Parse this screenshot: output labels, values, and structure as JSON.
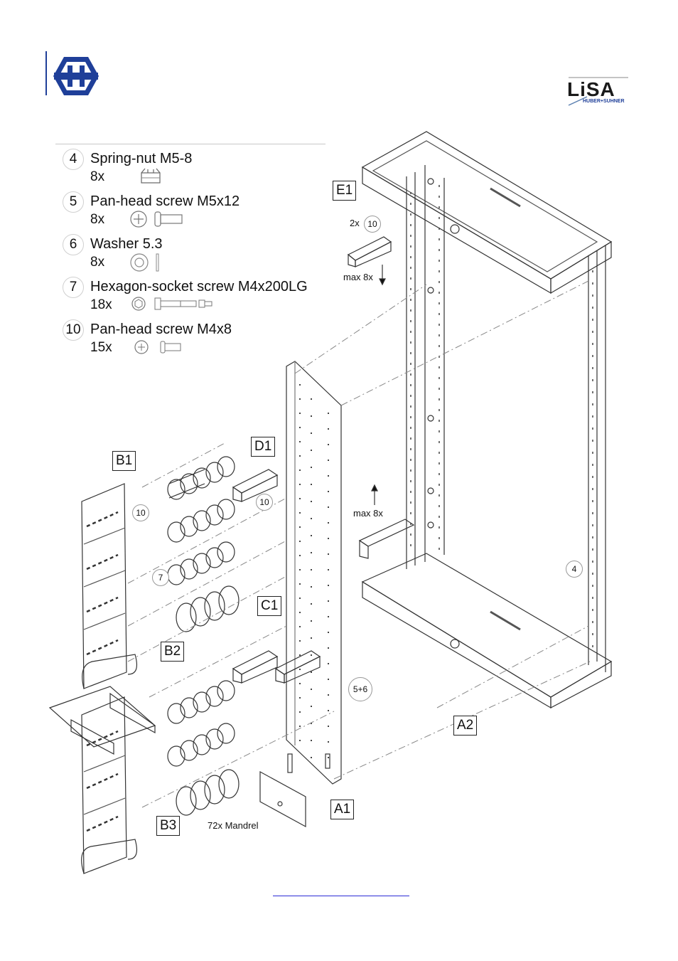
{
  "header": {
    "logo_left_icon": "huber-suhner-hex-logo",
    "logo_right_word": "LiSA",
    "logo_right_sub": "HUBER+SUHNER",
    "brand_color": "#1f3f99"
  },
  "parts": [
    {
      "num": "4",
      "name": "Spring-nut M5-8",
      "qty": "8x",
      "icon": "spring-nut-icon"
    },
    {
      "num": "5",
      "name": "Pan-head screw M5x12",
      "qty": "8x",
      "icon": "pan-head-screw-icon"
    },
    {
      "num": "6",
      "name": "Washer 5.3",
      "qty": "8x",
      "icon": "washer-icon"
    },
    {
      "num": "7",
      "name": "Hexagon-socket screw M4x200LG",
      "qty": "18x",
      "icon": "hex-socket-screw-icon"
    },
    {
      "num": "10",
      "name": "Pan-head screw M4x8",
      "qty": "15x",
      "icon": "small-pan-head-screw-icon"
    }
  ],
  "diagram": {
    "labels": {
      "e1": "E1",
      "d1": "D1",
      "b1": "B1",
      "c1": "C1",
      "b2": "B2",
      "b3": "B3",
      "a1": "A1",
      "a2": "A2"
    },
    "callouts": {
      "two_x": "2x",
      "ten_top": "10",
      "max_top": "max 8x",
      "max_mid": "max 8x",
      "ten_d1": "10",
      "ten_b1": "10",
      "seven": "7",
      "four": "4",
      "five_six": "5+6",
      "mandrel": "72x Mandrel"
    }
  }
}
